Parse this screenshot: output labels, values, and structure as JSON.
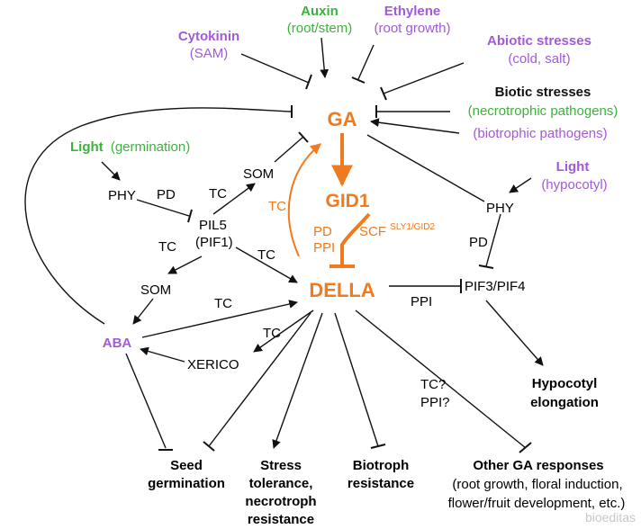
{
  "colors": {
    "orange": "#f07a1e",
    "purple": "#a25ad6",
    "green": "#3bb33b",
    "black": "#111111",
    "watermark": "#c8c8c8"
  },
  "labels": {
    "cytokinin": "Cytokinin",
    "cytokinin_sub": "(SAM)",
    "auxin": "Auxin",
    "auxin_sub": "(root/stem)",
    "ethylene": "Ethylene",
    "ethylene_sub": "(root growth)",
    "abiotic": "Abiotic stresses",
    "abiotic_sub": "(cold, salt)",
    "biotic": "Biotic stresses",
    "necro": "(necrotrophic pathogens)",
    "biotro": "(biotrophic pathogens)",
    "light_germ": "Light",
    "light_germ_sub": "(germination)",
    "light_hypo": "Light",
    "light_hypo_sub": "(hypocotyl)",
    "ga": "GA",
    "gid1": "GID1",
    "della": "DELLA",
    "phy_left": "PHY",
    "phy_right": "PHY",
    "pd_left": "PD",
    "pd_center": "PD",
    "pd_right": "PD",
    "ppi_center": "PPI",
    "ppi_pif": "PPI",
    "scf": "SCF",
    "scf_sup": "SLY1/GID2",
    "pil5": "PIL5",
    "pif1": "(PIF1)",
    "som_top": "SOM",
    "som_bottom": "SOM",
    "tc_pil5_som": "TC",
    "tc_orange": "TC",
    "tc_pil5_down": "TC",
    "tc_pil5_della": "TC",
    "tc_aba_della": "TC",
    "tc_xerico": "TC",
    "tc_q": "TC?",
    "ppi_q": "PPI?",
    "aba": "ABA",
    "xerico": "XERICO",
    "pif34": "PIF3/PIF4",
    "hypo1": "Hypocotyl",
    "hypo2": "elongation",
    "seed1": "Seed",
    "seed2": "germination",
    "stress1": "Stress",
    "stress2": "tolerance,",
    "stress3": "necrotroph",
    "stress4": "resistance",
    "biotroph1": "Biotroph",
    "biotroph2": "resistance",
    "other1": "Other GA responses",
    "other2": "(root growth, floral induction,",
    "other3": "flower/fruit development, etc.)",
    "watermark": "bioeditas"
  }
}
